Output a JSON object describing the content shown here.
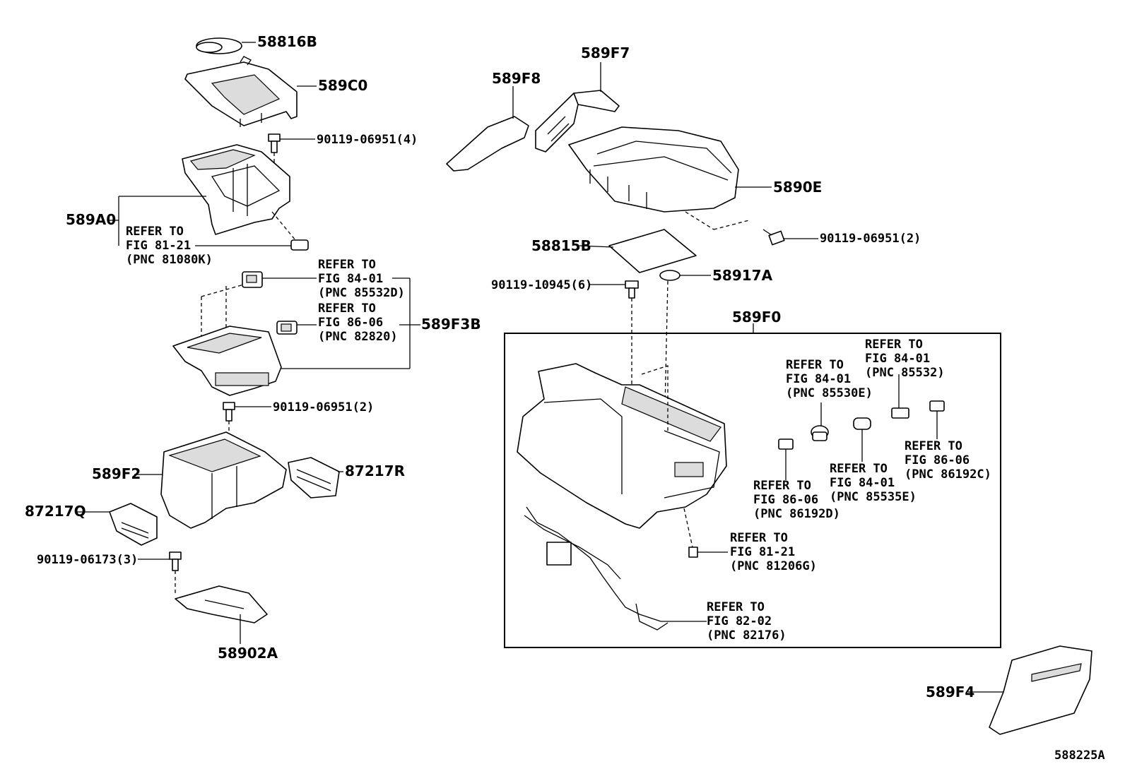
{
  "diagram": {
    "drawing_id": "588225A",
    "callouts": {
      "p58816B": "58816B",
      "p589C0": "589C0",
      "p90119_06951_4": "90119-06951(4)",
      "p589A0": "589A0",
      "p589A0_ref1": "REFER TO",
      "p589A0_ref2": "FIG 81-21",
      "p589A0_ref3": "(PNC 81080K)",
      "p589F3B_refA1": "REFER TO",
      "p589F3B_refA2": "FIG 84-01",
      "p589F3B_refA3": "(PNC 85532D)",
      "p589F3B_refB1": "REFER TO",
      "p589F3B_refB2": "FIG 86-06",
      "p589F3B_refB3": "(PNC 82820)",
      "p589F3B": "589F3B",
      "p90119_06951_2a": "90119-06951(2)",
      "p589F2": "589F2",
      "p87217R": "87217R",
      "p87217Q": "87217Q",
      "p90119_06173_3": "90119-06173(3)",
      "p58902A": "58902A",
      "p589F8": "589F8",
      "p589F7": "589F7",
      "p5890E": "5890E",
      "p90119_06951_2b": "90119-06951(2)",
      "p58815B": "58815B",
      "p90119_10945_6": "90119-10945(6)",
      "p58917A": "58917A",
      "p589F0": "589F0",
      "r85532_1": "REFER TO",
      "r85532_2": "FIG 84-01",
      "r85532_3": "(PNC 85532)",
      "r85530E_1": "REFER TO",
      "r85530E_2": "FIG 84-01",
      "r85530E_3": "(PNC 85530E)",
      "r86192C_1": "REFER TO",
      "r86192C_2": "FIG 86-06",
      "r86192C_3": "(PNC 86192C)",
      "r85535E_1": "REFER TO",
      "r85535E_2": "FIG 84-01",
      "r85535E_3": "(PNC 85535E)",
      "r86192D_1": "REFER TO",
      "r86192D_2": "FIG 86-06",
      "r86192D_3": "(PNC 86192D)",
      "r81206G_1": "REFER TO",
      "r81206G_2": "FIG 81-21",
      "r81206G_3": "(PNC 81206G)",
      "r82176_1": "REFER TO",
      "r82176_2": "FIG 82-02",
      "r82176_3": "(PNC 82176)",
      "p589F4": "589F4"
    }
  }
}
